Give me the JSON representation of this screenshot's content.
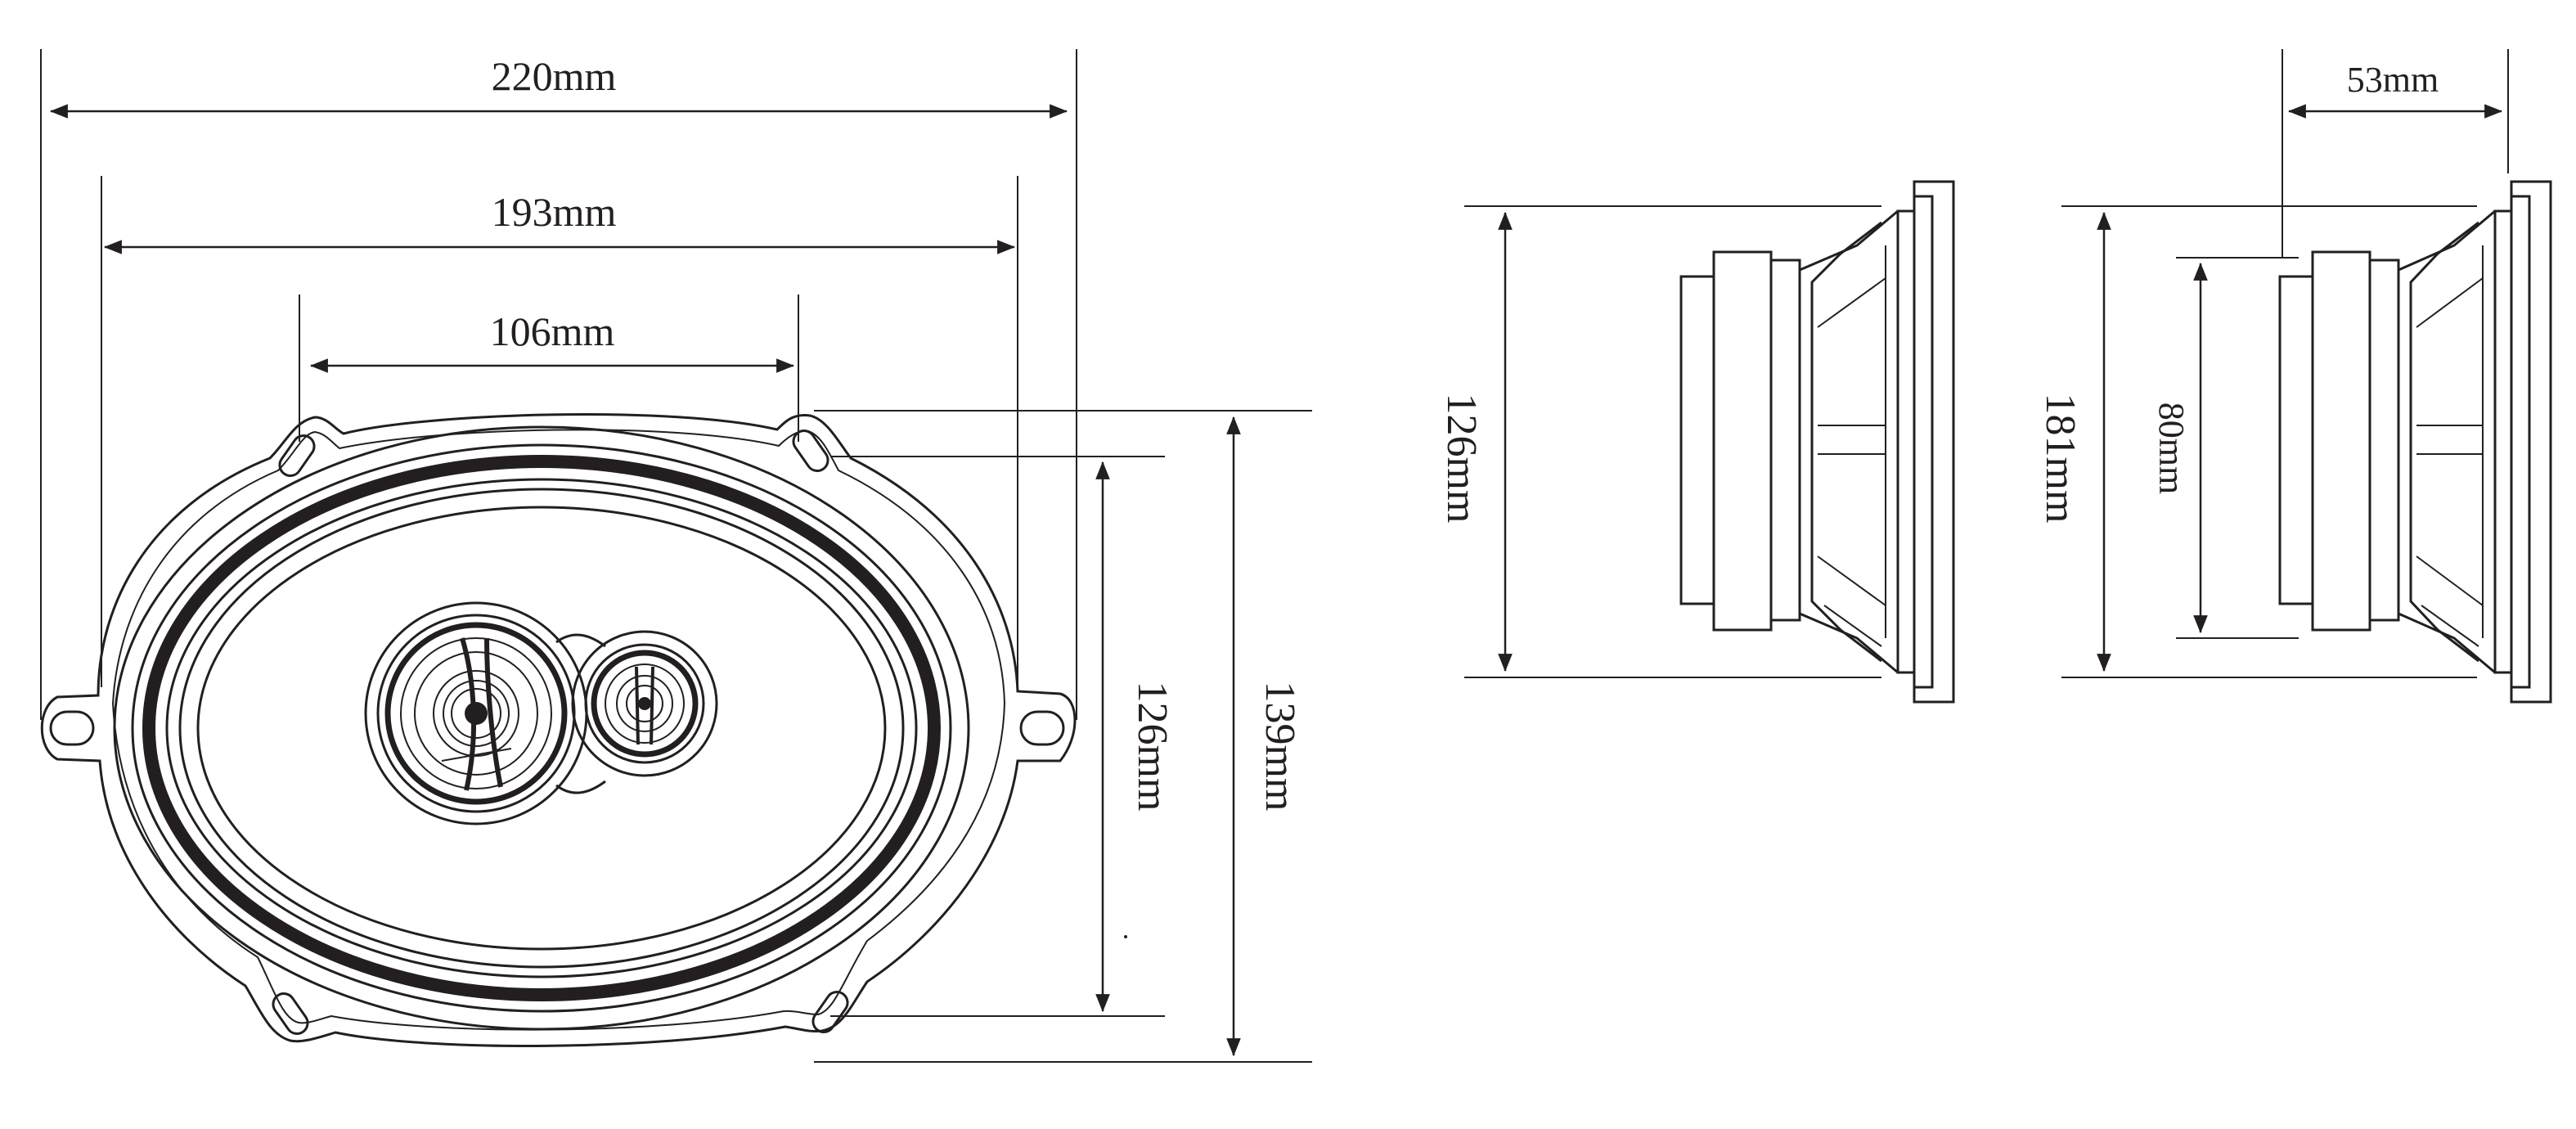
{
  "front_view": {
    "width_outer": "220mm",
    "width_mount": "193mm",
    "width_ear": "106mm",
    "height_inner": "126mm",
    "height_outer": "139mm"
  },
  "side_view_a": {
    "height": "126mm"
  },
  "side_view_b": {
    "depth": "53mm",
    "height": "181mm",
    "magnet": "80mm"
  },
  "colors": {
    "line": "#231f20",
    "background": "#ffffff"
  }
}
